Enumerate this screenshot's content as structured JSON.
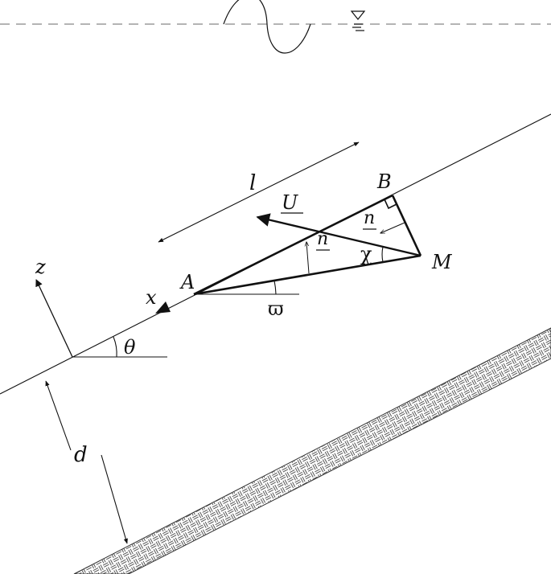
{
  "diagram": {
    "labels": {
      "l": "l",
      "B": "B",
      "U": "U",
      "n_top": "n",
      "n_mid": "n",
      "chi": "χ",
      "M": "M",
      "A": "A",
      "z": "z",
      "x": "x",
      "omega": "ϖ",
      "theta": "θ",
      "d": "d"
    },
    "icons": {
      "water_surface": "water-surface-icon",
      "wave": "wave-icon",
      "free_surface_marker": "free-surface-triangle-icon",
      "sea_bed": "hatched-bed-icon"
    },
    "colors": {
      "ink": "#111111",
      "dashed": "#888888",
      "hatch": "#555555"
    }
  }
}
